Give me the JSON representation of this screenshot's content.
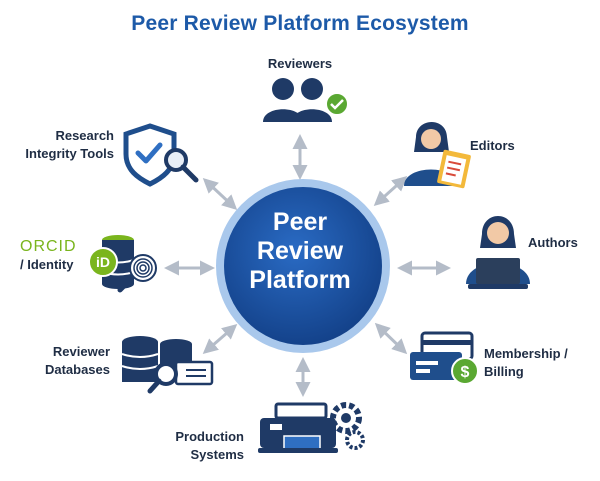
{
  "title": "Peer Review Platform Ecosystem",
  "hub": {
    "lines": [
      "Peer",
      "Review",
      "Platform"
    ]
  },
  "nodes": {
    "reviewers": {
      "lines": [
        "Reviewers"
      ],
      "icon": "reviewers-group-check-icon"
    },
    "editors": {
      "lines": [
        "Editors"
      ],
      "icon": "editor-clipboard-icon"
    },
    "authors": {
      "lines": [
        "Authors"
      ],
      "icon": "author-laptop-icon"
    },
    "membership": {
      "lines": [
        "Membership /",
        "Billing"
      ],
      "icon": "billing-card-dollar-icon"
    },
    "production": {
      "lines": [
        "Production",
        "Systems"
      ],
      "icon": "production-printer-gear-icon"
    },
    "reviewer_db": {
      "lines": [
        "Reviewer",
        "Databases"
      ],
      "icon": "database-magnifier-icon"
    },
    "orcid": {
      "lines": [
        "ORCID",
        "/ Identity"
      ],
      "badge": "iD",
      "icon": "orcid-fingerprint-icon"
    },
    "integrity": {
      "lines": [
        "Research",
        "Integrity Tools"
      ],
      "icon": "shield-check-magnifier-icon"
    }
  },
  "colors": {
    "title": "#1d5aa8",
    "hub_fill": "#1a54a8",
    "hub_ring": "#a9c8ec",
    "arrow": "#b4bcc8",
    "navy": "#1f3a66",
    "accent_green": "#5aa832",
    "orcid_green": "#7ab51d"
  }
}
